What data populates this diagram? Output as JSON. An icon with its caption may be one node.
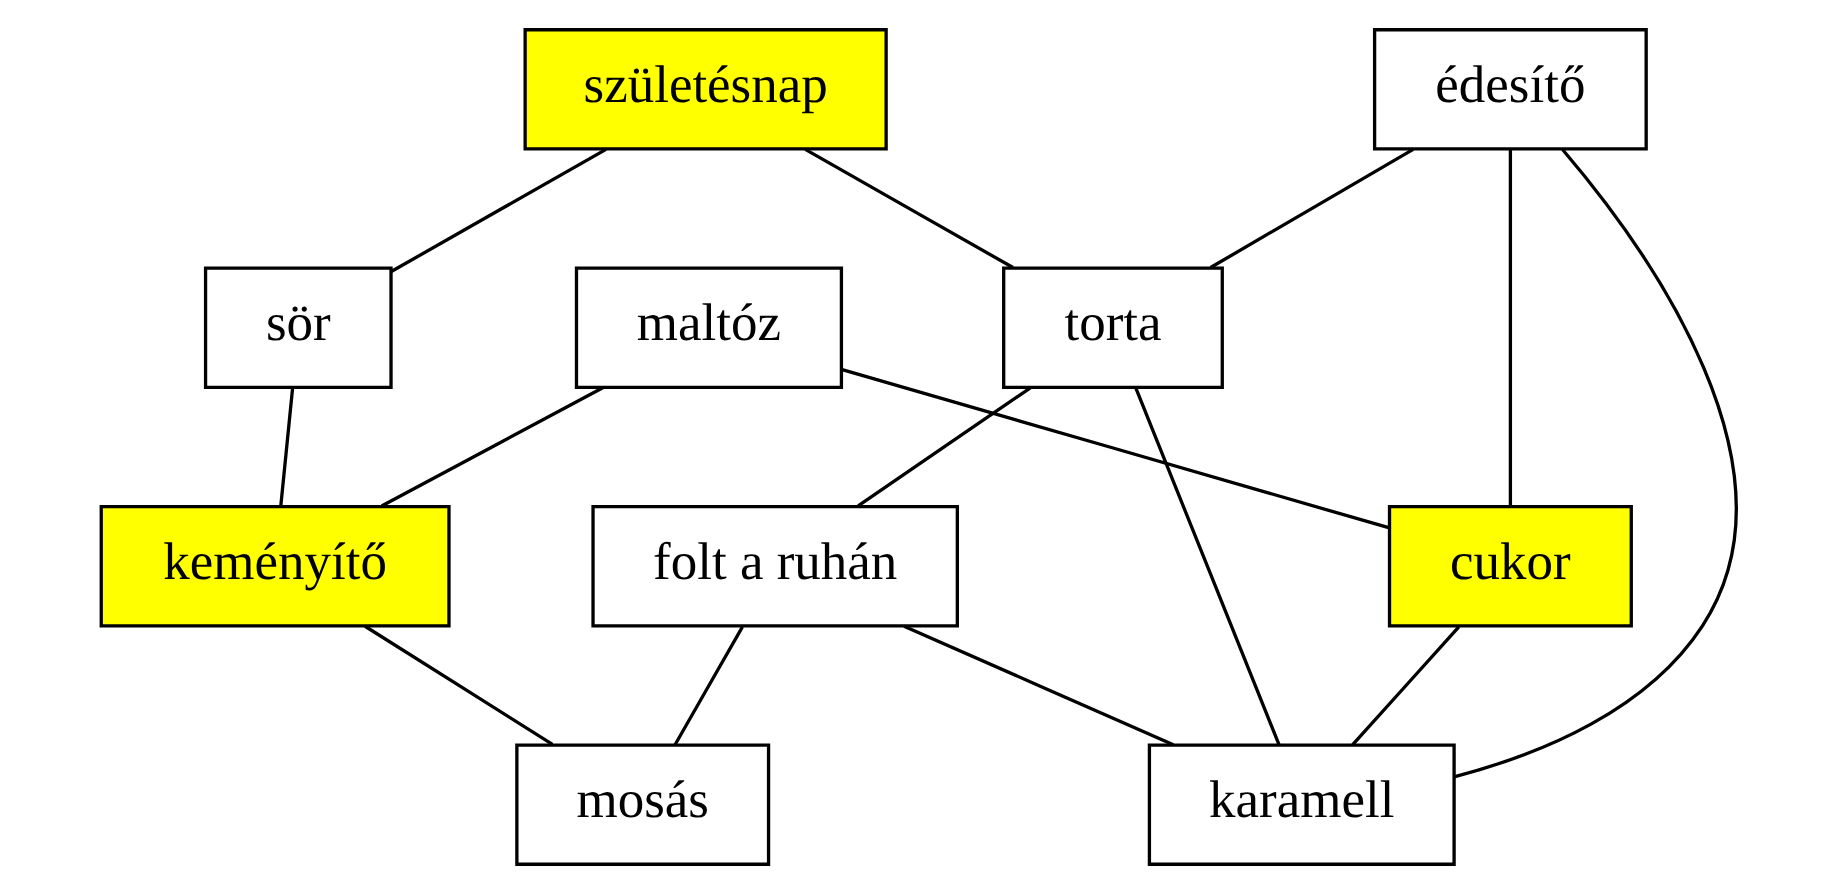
{
  "diagram": {
    "nodes": [
      {
        "text": [
          "születésnap"
        ]
      },
      {
        "text": [
          "sör"
        ]
      },
      {
        "text": [
          "édesítő"
        ]
      },
      {
        "text": [
          "maltóz"
        ]
      },
      {
        "text": [
          "keményítő"
        ]
      },
      {
        "text": [
          "torta"
        ]
      },
      {
        "text": [
          "cukor"
        ]
      },
      {
        "text": [
          "folt a ruhán"
        ]
      },
      {
        "text": [
          "mosás"
        ]
      },
      {
        "text": [
          "karamell"
        ]
      }
    ],
    "edges": [
      {
        "from": 0,
        "to": 1,
        "arrow": "none"
      },
      {
        "from": 0,
        "to": 5,
        "arrow": "none"
      },
      {
        "from": 1,
        "to": 4,
        "arrow": "none"
      },
      {
        "from": 3,
        "to": 4,
        "arrow": "none"
      },
      {
        "from": 3,
        "to": 6,
        "arrow": "none"
      },
      {
        "from": 2,
        "to": 5,
        "arrow": "none"
      },
      {
        "from": 2,
        "to": 6,
        "arrow": "none"
      },
      {
        "from": 2,
        "to": 9,
        "arrow": "none"
      },
      {
        "from": 5,
        "to": 9,
        "arrow": "none"
      },
      {
        "from": 5,
        "to": 7,
        "arrow": "none"
      },
      {
        "from": 6,
        "to": 9,
        "arrow": "none"
      },
      {
        "from": 7,
        "to": 9,
        "arrow": "none"
      },
      {
        "from": 7,
        "to": 8,
        "arrow": "none"
      },
      {
        "from": 4,
        "to": 8,
        "arrow": "none"
      }
    ]
  }
}
